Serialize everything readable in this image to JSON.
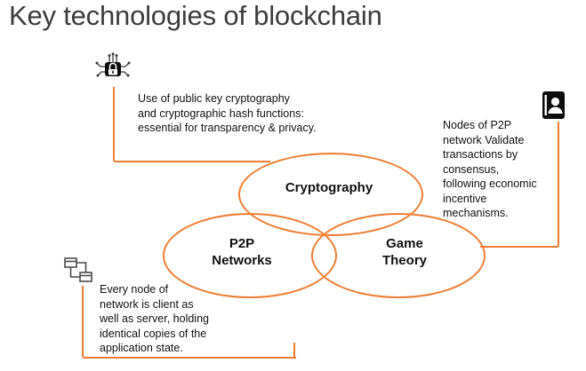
{
  "title": "Key technologies of blockchain",
  "colors": {
    "accent": "#ED7D31",
    "text": "#1a1a1a",
    "title": "#3d3d3d"
  },
  "venn": {
    "cryptography": "Cryptography",
    "p2p": "P2P\nNetworks",
    "game": "Game\nTheory"
  },
  "annotations": {
    "cryptography": {
      "icon": "circuit-lock-icon",
      "text": "Use of public key cryptography\nand cryptographic hash functions:\nessential for transparency & privacy."
    },
    "game": {
      "icon": "address-book-icon",
      "text": "Nodes of P2P\nnetwork Validate\ntransactions by\nconsensus,\nfollowing economic\nincentive\nmechanisms."
    },
    "p2p": {
      "icon": "network-nodes-icon",
      "text": "Every node of\nnetwork is client as\nwell as server, holding\nidentical copies of the\napplication state."
    }
  }
}
